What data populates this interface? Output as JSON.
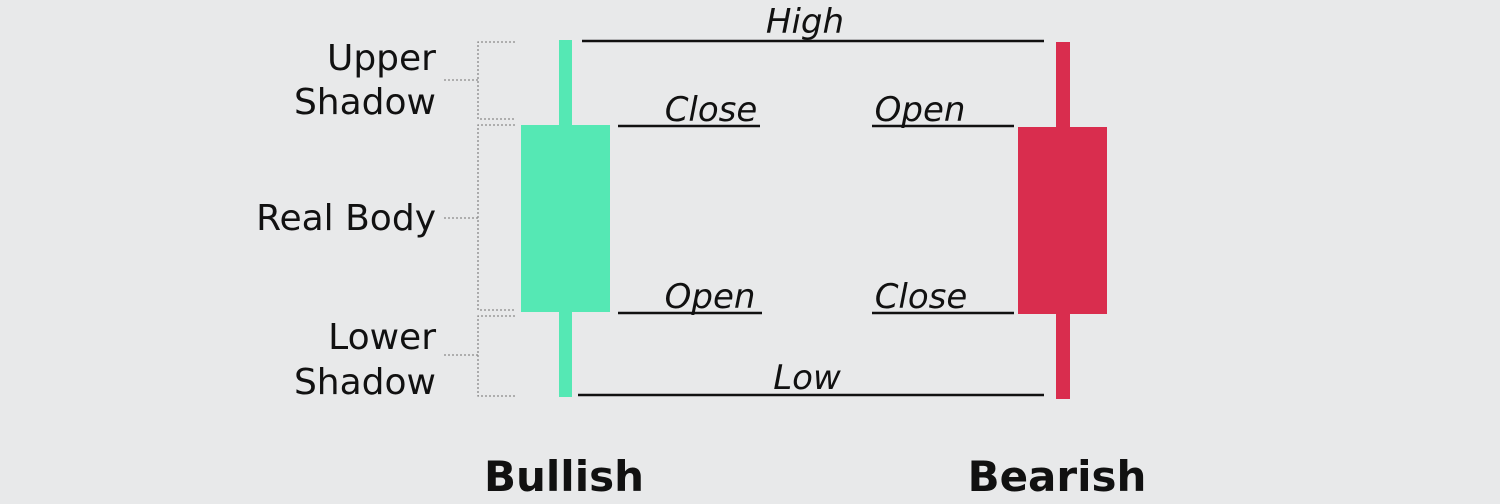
{
  "diagram": {
    "colors": {
      "background": "#e8e9ea",
      "bullish": "#55e8b4",
      "bearish": "#d92d4e",
      "text": "#111111",
      "bracket": "#8a8a8a"
    },
    "left_labels": {
      "upper_shadow": [
        "Upper",
        "Shadow"
      ],
      "real_body": "Real Body",
      "lower_shadow": [
        "Lower",
        "Shadow"
      ]
    },
    "price_labels": {
      "high": "High",
      "low": "Low",
      "bullish_close": "Close",
      "bullish_open": "Open",
      "bearish_open": "Open",
      "bearish_close": "Close"
    },
    "candles": {
      "bullish": "Bullish",
      "bearish": "Bearish"
    }
  }
}
